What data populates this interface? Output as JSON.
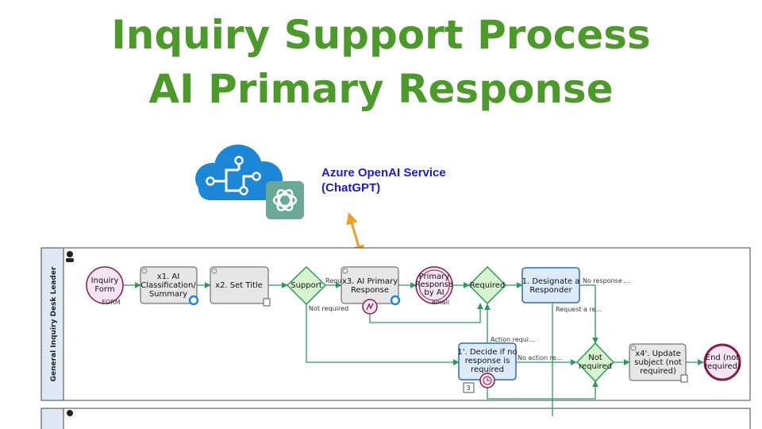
{
  "title": {
    "line1": "Inquiry Support Process",
    "line2": "AI Primary Response"
  },
  "service": {
    "line1": "Azure OpenAI Service",
    "line2": "(ChatGPT)",
    "icons": [
      "azure-cloud-icon",
      "chatgpt-icon"
    ]
  },
  "colors": {
    "title": "#4c9a2a",
    "service_label": "#1a1adf",
    "flow": "#2a9a5a",
    "arrow": "#f0a020",
    "task_fill": "#e6e6e6",
    "task_selected_fill": "#dcebfb",
    "gateway_fill": "#d6f5cf",
    "event_fill": "#f6e6f3",
    "event_stroke": "#8a1c4a"
  },
  "lane": {
    "label": "General Inquiry Desk Leader"
  },
  "nodes": {
    "start": {
      "line1": "Inquiry",
      "line2": "Form",
      "sub": "FORM"
    },
    "x1": {
      "line1": "x1. AI",
      "line2": "Classification/",
      "line3": "Summary"
    },
    "x2": {
      "line1": "x2. Set Title"
    },
    "gw_support": {
      "label": "Support"
    },
    "x3": {
      "line1": "x3. AI Primary",
      "line2": "Response"
    },
    "email": {
      "line1": "Primary",
      "line2": "Response",
      "line3": "by AI",
      "sub": "email"
    },
    "gw_required": {
      "label": "Required"
    },
    "task1": {
      "line1": "1. Designate a",
      "line2": "Responder"
    },
    "task1b": {
      "line1": "1'. Decide if no",
      "line2": "response is",
      "line3": "required",
      "badge": "3"
    },
    "gw_notreq": {
      "line1": "Not",
      "line2": "required"
    },
    "x4": {
      "line1": "x4'. Update",
      "line2": "subject (not",
      "line3": "required)"
    },
    "end": {
      "line1": "End (not",
      "line2": "required)"
    }
  },
  "flows": {
    "request": "Request...",
    "not_required": "Not required",
    "no_response": "No response ...",
    "request_a": "Request a re...",
    "action_required": "Action requi...",
    "no_action": "No action re..."
  }
}
